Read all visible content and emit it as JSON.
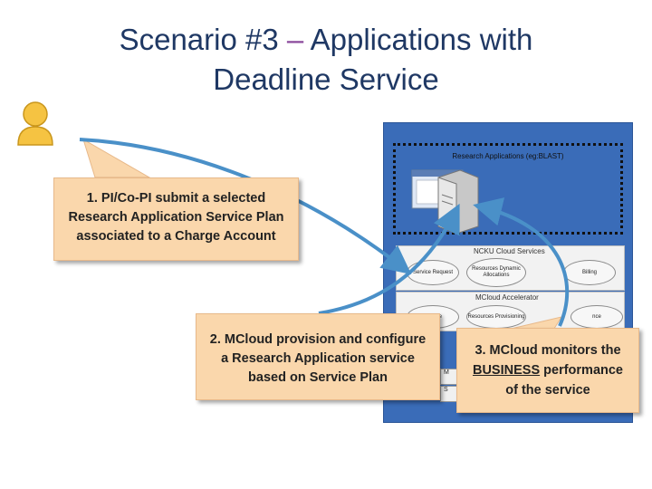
{
  "title": {
    "part1": "Scenario #3 ",
    "dash": "–",
    "part2": " Applications with",
    "line2": "Deadline Service"
  },
  "diagram": {
    "research_apps_label": "Research Applications (eg:BLAST)",
    "cloud_services": {
      "title": "NCKU Cloud Services",
      "items": [
        "Service Request",
        "Resources Dynamic Allocations",
        "Billing"
      ]
    },
    "accelerator": {
      "title": "MCloud Accelerator",
      "items": [
        "Service",
        "Resources Provisioning",
        "nce"
      ]
    },
    "strip_labels": [
      "M",
      "S"
    ]
  },
  "callouts": [
    {
      "lines": [
        "1. PI/Co-PI submit a selected",
        "Research Application Service Plan",
        "associated to a Charge Account"
      ]
    },
    {
      "lines": [
        "2. MCloud provision and configure",
        "a Research Application service",
        "based on Service Plan"
      ]
    },
    {
      "line1": "3. MCloud monitors the",
      "emphasis": "BUSINESS",
      "line2_rest": " performance",
      "line3": "of the service"
    }
  ],
  "colors": {
    "title": "#1f3864",
    "callout_fill": "#fad7ac",
    "panel": "#3a6cb8",
    "arrow": "#4a90c8",
    "user_icon": "#f5c342"
  }
}
